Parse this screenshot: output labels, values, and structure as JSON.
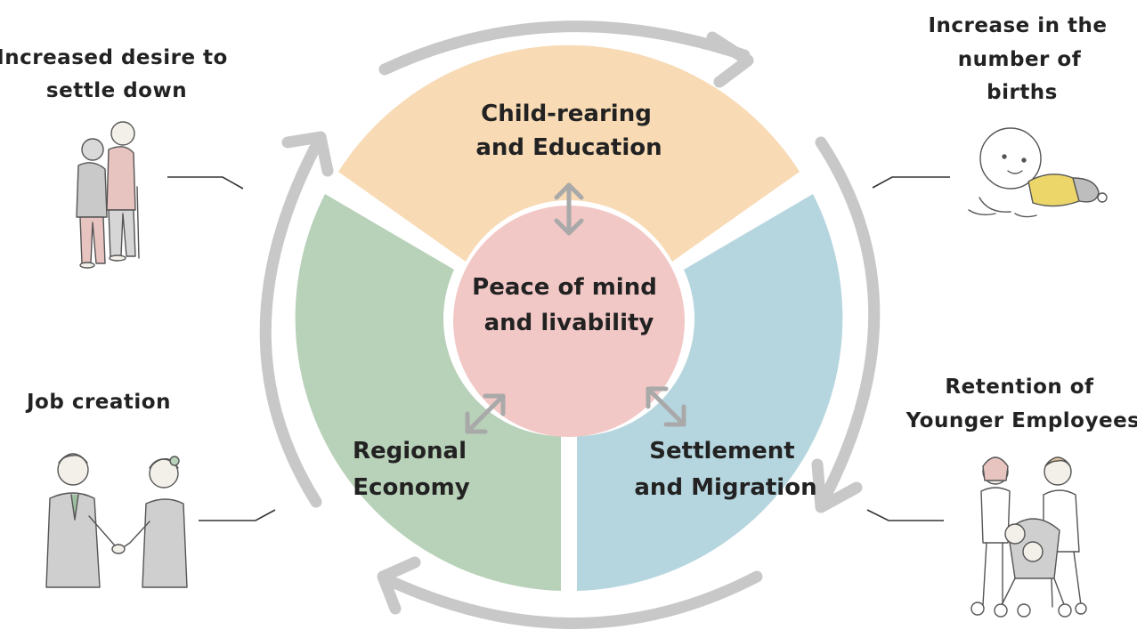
{
  "center": {
    "line1": "Peace of mind",
    "line2": "and livability",
    "color": "#f2c8c6"
  },
  "segments": {
    "top": {
      "line1": "Child-rearing",
      "line2": "and Education",
      "color": "#f8dab4"
    },
    "left": {
      "line1": "Regional",
      "line2": "Economy",
      "color": "#b8d1b9"
    },
    "right": {
      "line1": "Settlement",
      "line2": "and Migration",
      "color": "#b6d6df"
    }
  },
  "outcomes": {
    "top_left": {
      "lines": [
        "Increased desire to",
        "settle down"
      ],
      "icon": "elderly-couple-icon"
    },
    "top_right": {
      "lines": [
        "Increase in the",
        "number of",
        "births"
      ],
      "icon": "crawling-baby-icon"
    },
    "bottom_left": {
      "lines": [
        "Job creation"
      ],
      "icon": "handshake-icon"
    },
    "bottom_right": {
      "lines": [
        "Retention of",
        "Younger Employees"
      ],
      "icon": "family-stroller-icon"
    }
  },
  "colors": {
    "cycle_arrow": "#c8c8c8",
    "inner_arrow": "#a9a9a9",
    "text": "#222222",
    "connector": "#333333"
  }
}
